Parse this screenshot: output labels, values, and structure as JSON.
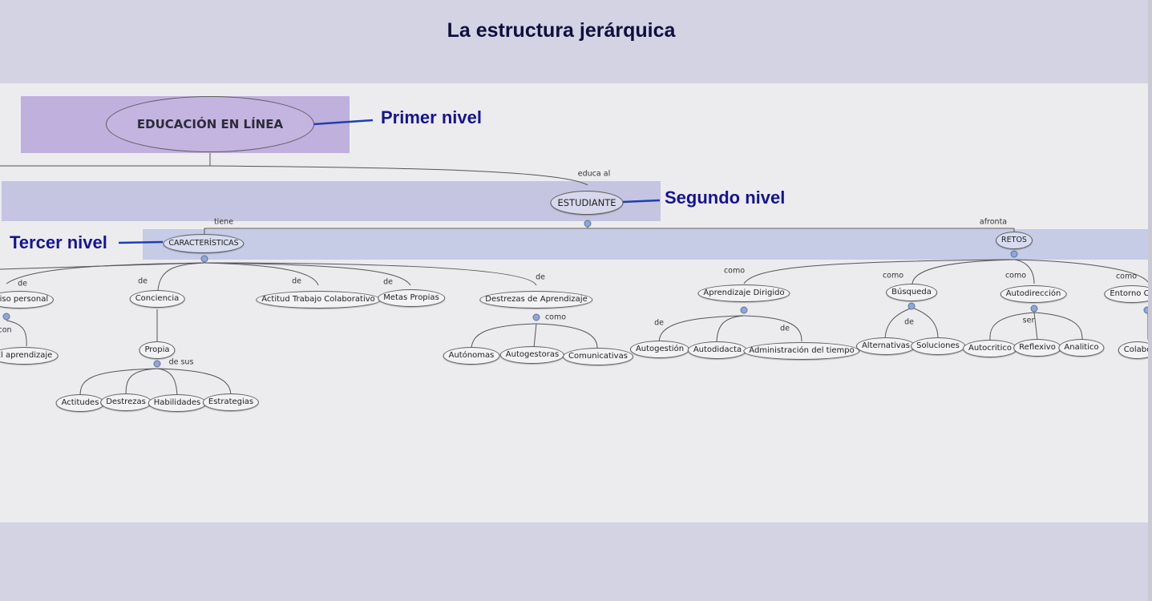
{
  "title": "La estructura  jerárquica",
  "levels": {
    "primer": "Primer nivel",
    "segundo": "Segundo nivel",
    "tercer": "Tercer nivel"
  },
  "nodes": {
    "root": "EDUCACIÓN EN LÍNEA",
    "estudiante": "ESTUDIANTE",
    "caracteristicas": "CARACTERÍSTICAS",
    "retos": "RETOS",
    "compromiso": "miso personal",
    "aprendizaje": "El aprendizaje",
    "conciencia": "Conciencia",
    "propia": "Propia",
    "actitudes": "Actitudes",
    "destrezas": "Destrezas",
    "habilidades": "Habilidades",
    "estrategias": "Estrategias",
    "actitud_trabajo": "Actitud Trabajo Colaborativo",
    "metas": "Metas Propias",
    "destrezas_aprendizaje": "Destrezas de Aprendizaje",
    "autonomas": "Autónomas",
    "autogestoras": "Autogestoras",
    "comunicativas": "Comunicativas",
    "aprendizaje_dirigido": "Aprendizaje Dirigido",
    "autogestion": "Autogestión",
    "autodidacta": "Autodidacta",
    "administracion": "Administración del tiempo",
    "busqueda": "Búsqueda",
    "alternativas": "Alternativas",
    "soluciones": "Soluciones",
    "autodireccion": "Autodirección",
    "autocritico": "Autocritico",
    "reflexivo": "Reflexivo",
    "analitico": "Analitico",
    "entorno": "Entorno Co",
    "colabo": "Colabo"
  },
  "links": {
    "educa_al": "educa al",
    "tiene": "tiene",
    "afronta": "afronta",
    "de": "de",
    "con": "con",
    "como": "como",
    "de_sus": "de sus",
    "ser": "ser"
  }
}
